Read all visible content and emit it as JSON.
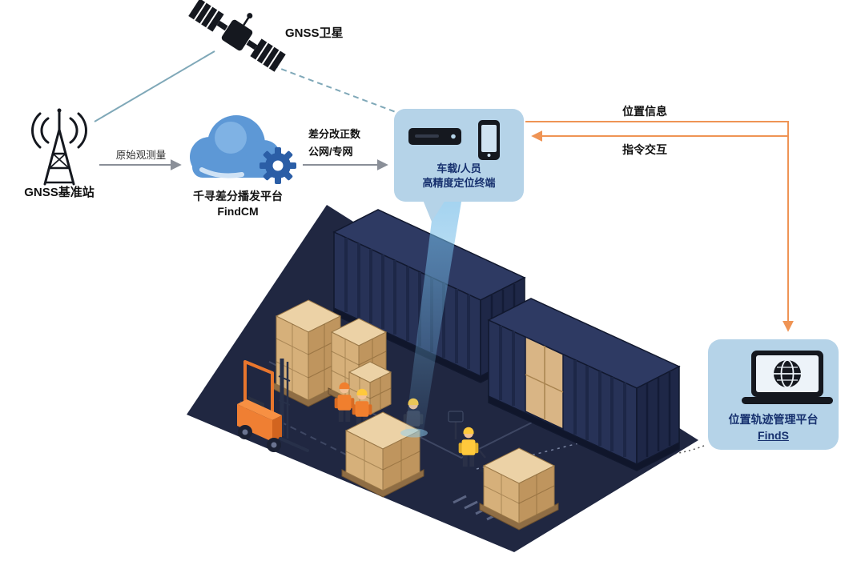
{
  "diagram": {
    "satellite": {
      "label": "GNSS卫星"
    },
    "base_station": {
      "label": "GNSS基准站"
    },
    "cloud_platform": {
      "name": "千寻差分播发平台",
      "product": "FindCM"
    },
    "link_base_to_cloud": {
      "label": "原始观测量"
    },
    "link_cloud_to_terminal": {
      "line1": "差分改正数",
      "line2": "公网/专网"
    },
    "terminal": {
      "line1": "车载/人员",
      "line2": "高精度定位终端"
    },
    "link_up": {
      "label": "位置信息"
    },
    "link_down": {
      "label": "指令交互"
    },
    "management_platform": {
      "name": "位置轨迹管理平台",
      "product": "FindS"
    }
  },
  "colors": {
    "panel_blue": "#b5d3e8",
    "text_navy": "#16306e",
    "cloud_blue": "#5d98d6",
    "gear_blue": "#2b5ea6",
    "link_teal": "#7fa8b8",
    "link_gray": "#8a8f98",
    "link_orange": "#ef9455",
    "container_navy": "#273257",
    "floor_navy": "#202741",
    "carton_tan": "#d6b07a",
    "forklift_orange": "#ef7f33",
    "beam_blue": "#74bce8"
  },
  "icons": [
    "gnss-satellite-icon",
    "base-station-icon",
    "cloud-icon",
    "gear-icon",
    "receiver-icon",
    "smartphone-icon",
    "laptop-globe-icon",
    "warehouse-scene"
  ]
}
